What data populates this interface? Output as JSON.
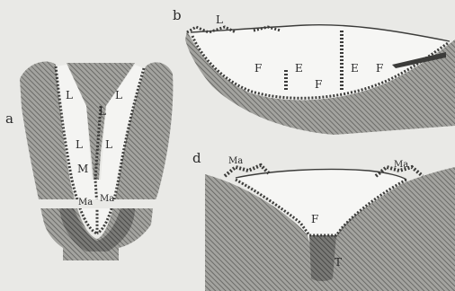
{
  "panels": {
    "a": {
      "letter": "a",
      "labels": {
        "l1": "L",
        "l2": "L",
        "l3": "L",
        "l4": "L",
        "l5": "L",
        "m": "M",
        "ma1": "Ma",
        "ma2": "Ma"
      }
    },
    "b": {
      "letter": "b",
      "labels": {
        "l": "L",
        "f1": "F",
        "f2": "F",
        "f3": "F",
        "e1": "E",
        "e2": "E"
      }
    },
    "d": {
      "letter": "d",
      "labels": {
        "ma1": "Ma",
        "ma2": "Ma",
        "f": "F",
        "t": "T"
      }
    }
  },
  "colors": {
    "background": "#e9e9e6",
    "rock": "#9a9a96",
    "hatch": "#5a5a58",
    "ice": "#f7f7f5",
    "deposit": "#3f3f3d",
    "dark_fill": "#6e6e6b"
  }
}
